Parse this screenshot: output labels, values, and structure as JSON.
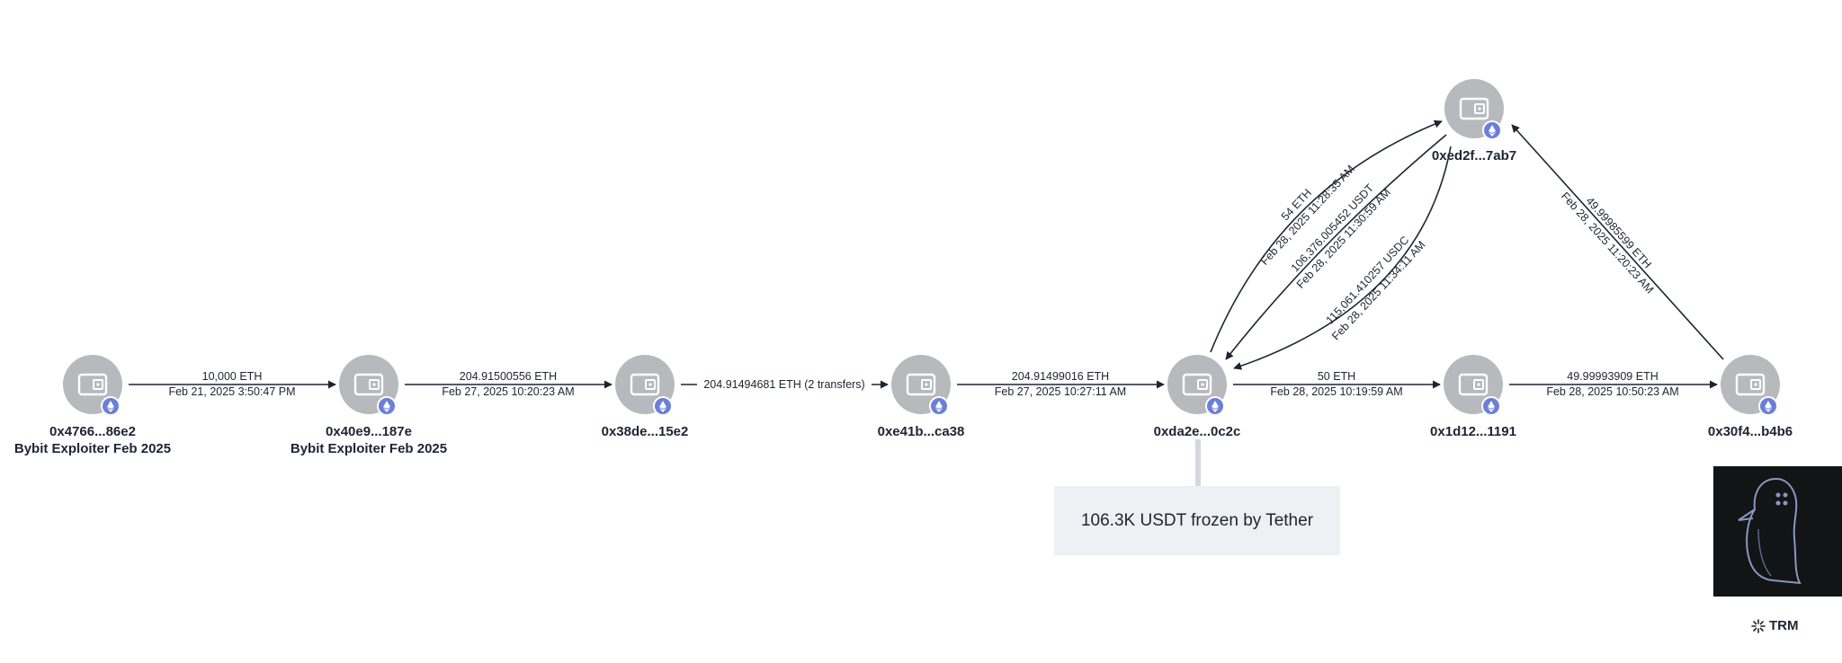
{
  "nodes": [
    {
      "id": "n1",
      "address": "0x4766...86e2",
      "tag": "Bybit Exploiter Feb 2025"
    },
    {
      "id": "n2",
      "address": "0x40e9...187e",
      "tag": "Bybit Exploiter Feb 2025"
    },
    {
      "id": "n3",
      "address": "0x38de...15e2",
      "tag": ""
    },
    {
      "id": "n4",
      "address": "0xe41b...ca38",
      "tag": ""
    },
    {
      "id": "n5",
      "address": "0xda2e...0c2c",
      "tag": ""
    },
    {
      "id": "n6",
      "address": "0x1d12...1191",
      "tag": ""
    },
    {
      "id": "n7",
      "address": "0x30f4...b4b6",
      "tag": ""
    },
    {
      "id": "n8",
      "address": "0xed2f...7ab7",
      "tag": ""
    }
  ],
  "edges": [
    {
      "from": "n1",
      "to": "n2",
      "amount": "10,000 ETH",
      "date": "Feb 21, 2025 3:50:47 PM"
    },
    {
      "from": "n2",
      "to": "n3",
      "amount": "204.91500556 ETH",
      "date": "Feb 27, 2025 10:20:23 AM"
    },
    {
      "from": "n3",
      "to": "n4",
      "amount": "204.91494681 ETH (2 transfers)",
      "date": ""
    },
    {
      "from": "n4",
      "to": "n5",
      "amount": "204.91499016 ETH",
      "date": "Feb 27, 2025 10:27:11 AM"
    },
    {
      "from": "n5",
      "to": "n6",
      "amount": "50 ETH",
      "date": "Feb 28, 2025 10:19:59 AM"
    },
    {
      "from": "n6",
      "to": "n7",
      "amount": "49.99993909 ETH",
      "date": "Feb 28, 2025 10:50:23 AM"
    },
    {
      "from": "n5",
      "to": "n8",
      "amount": "54 ETH",
      "date": "Feb 28, 2025 11:28:35 AM"
    },
    {
      "from": "n8",
      "to": "n5",
      "amount": "106,376.005452 USDT",
      "date": "Feb 28, 2025 11:30:59 AM"
    },
    {
      "from": "n8",
      "to": "n5",
      "amount": "115,061.410257 USDC",
      "date": "Feb 28, 2025 11:34:11 AM"
    },
    {
      "from": "n7",
      "to": "n8",
      "amount": "49.99985599 ETH",
      "date": "Feb 28, 2025 11:20:23 AM"
    }
  ],
  "callout": {
    "text": "106.3K USDT frozen by Tether"
  },
  "brand": {
    "name": "TRM"
  },
  "icons": {
    "node": "wallet-icon",
    "badge": "ethereum-icon",
    "brand": "trm-logo-icon",
    "mascot": "penguin-icon"
  },
  "colors": {
    "node": "#b7b9bd",
    "badge": "#6b7ed8",
    "edge": "#1d2433",
    "callout_bg": "#eef0f4"
  }
}
